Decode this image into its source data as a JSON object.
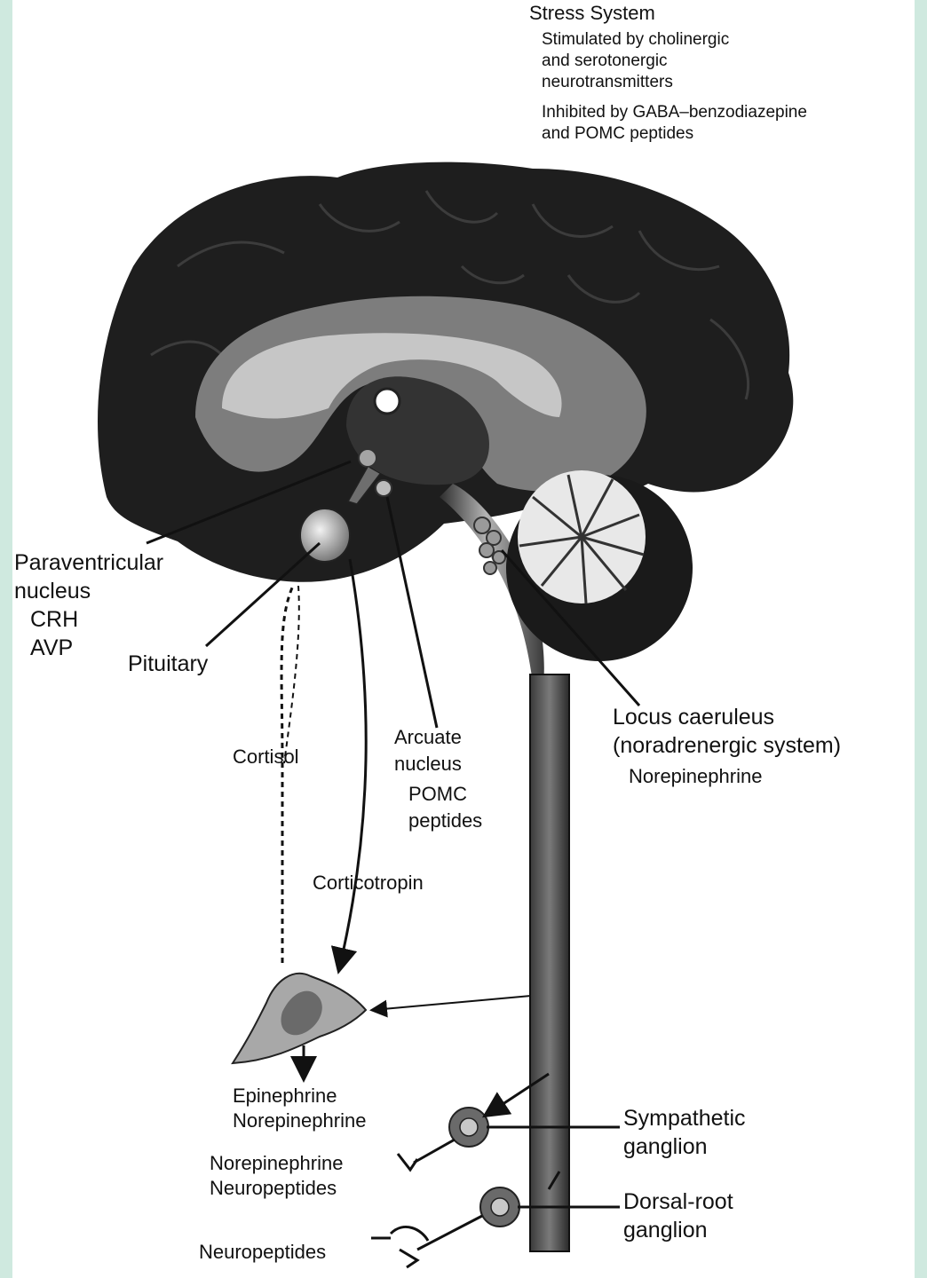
{
  "header": {
    "title": "Stress System",
    "stim_1": "Stimulated by cholinergic",
    "stim_2": "and serotonergic",
    "stim_3": "neurotransmitters",
    "inh_1": "Inhibited by GABA–benzodiazepine",
    "inh_2": "and POMC peptides"
  },
  "labels": {
    "pvn_1": "Paraventricular",
    "pvn_2": "nucleus",
    "pvn_3": "CRH",
    "pvn_4": "AVP",
    "pituitary": "Pituitary",
    "cortisol": "Cortisol",
    "arcuate_1": "Arcuate",
    "arcuate_2": "nucleus",
    "arcuate_3": "POMC",
    "arcuate_4": "peptides",
    "corticotropin": "Corticotropin",
    "locus_1": "Locus caeruleus",
    "locus_2": "(noradrenergic system)",
    "locus_3": "Norepinephrine",
    "adrenal_1": "Epinephrine",
    "adrenal_2": "Norepinephrine",
    "symp_out_1": "Norepinephrine",
    "symp_out_2": "Neuropeptides",
    "sympathetic_1": "Sympathetic",
    "sympathetic_2": "ganglion",
    "dorsal_1": "Dorsal-root",
    "dorsal_2": "ganglion",
    "neuropeptides": "Neuropeptides"
  },
  "colors": {
    "cortex": "#1c1c1c",
    "inner_region": "#8a8a8a",
    "ventricle": "#c4c4c4",
    "cerebellum": "#e6e6e6",
    "spinal_cord": "#555555",
    "frame": "#cfe9df",
    "paper": "#ffffff"
  }
}
